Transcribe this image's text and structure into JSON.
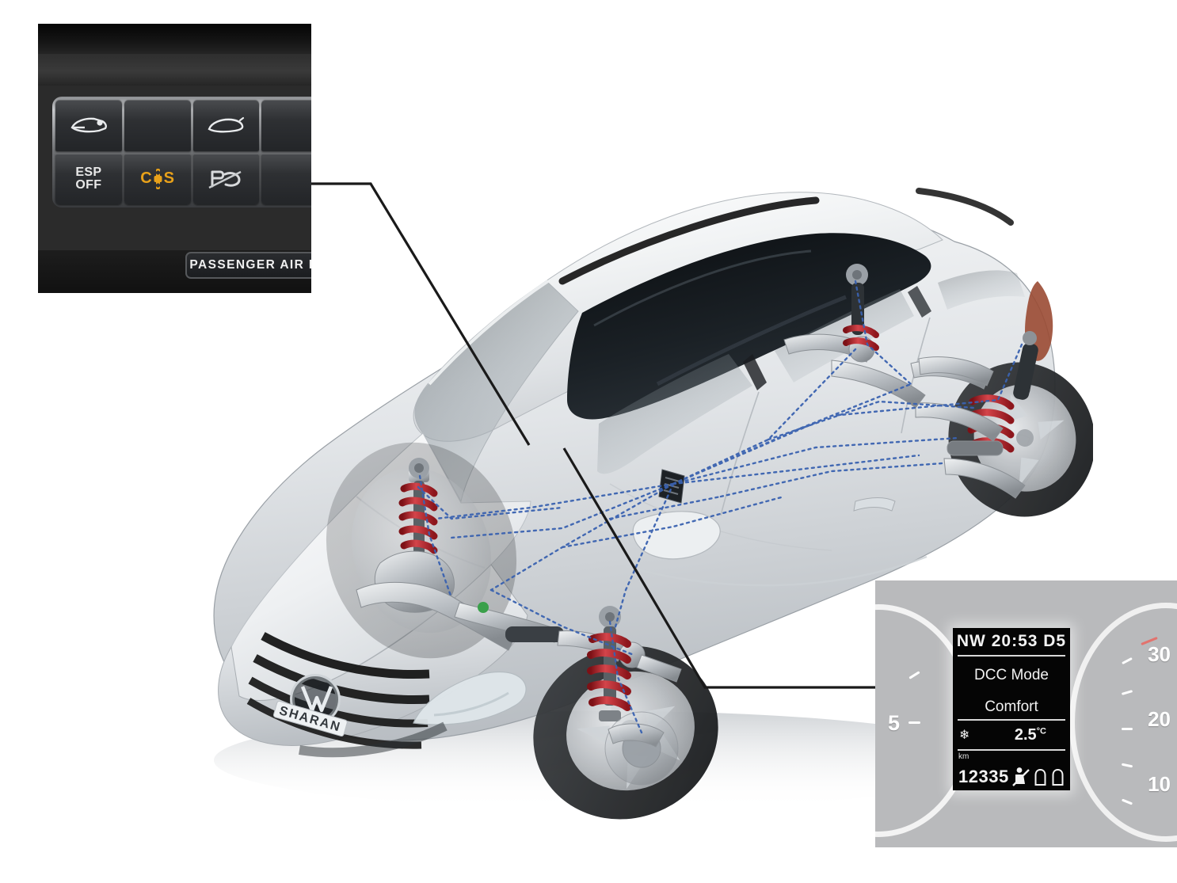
{
  "page": {
    "subject": "Volkswagen Sharan with DCC adaptive chassis control",
    "background_color": "#ffffff"
  },
  "console_inset": {
    "name": "center-console-switch-panel",
    "panel_color": "#2b2b2b",
    "buttons_row1": [
      {
        "id": "child-lock",
        "icon": "car-door-open-icon",
        "label": ""
      },
      {
        "id": "blank-1",
        "icon": "",
        "label": ""
      },
      {
        "id": "tailgate",
        "icon": "tailgate-open-icon",
        "label": ""
      },
      {
        "id": "blank-2",
        "icon": "",
        "label": ""
      }
    ],
    "buttons_row2": [
      {
        "id": "esp-off",
        "icon": "",
        "label": "ESP\nOFF",
        "label_line1": "ESP",
        "label_line2": "OFF"
      },
      {
        "id": "dcc",
        "icon": "dcc-damper-icon",
        "label": "C S",
        "left_letter": "C",
        "right_letter": "S",
        "icon_color": "#e8a11a"
      },
      {
        "id": "park-assist",
        "icon": "park-distance-control-icon",
        "label": ""
      },
      {
        "id": "blank-3",
        "icon": "",
        "label": ""
      }
    ],
    "airbag_label": "PASSENGER AIR BAG"
  },
  "cluster_inset": {
    "name": "instrument-cluster-display",
    "panel_color": "#b9babc",
    "mfd": {
      "header": "NW 20:53 D5",
      "title": "DCC Mode",
      "mode": "Comfort",
      "snowflake_icon": "snowflake-icon",
      "temperature": "2.5",
      "temperature_unit": "°C",
      "odometer_unit": "km",
      "odometer": "12335",
      "status_icons": [
        "seatbelt-unfastened-icon",
        "seatbelt-icon",
        "seatbelt-icon"
      ]
    },
    "tach": {
      "ticks": [
        "5"
      ],
      "redline_color": "#e3a2a2"
    },
    "speedo": {
      "ticks": [
        "30",
        "20",
        "10"
      ]
    }
  },
  "vehicle": {
    "name": "volkswagen-sharan-cutaway",
    "badge": "SHARAN",
    "body_color": "#e9ebed",
    "spring_color": "#b4282e",
    "sensor_network_color": "#3a62b0",
    "components": [
      "front-left-strut",
      "front-right-strut",
      "rear-left-damper",
      "rear-right-damper",
      "dcc-control-unit",
      "steering-rack",
      "front-subframe",
      "rear-axle"
    ]
  },
  "callouts": [
    {
      "id": "dcc-button-callout",
      "from": "dcc-button",
      "to": "dcc-control-unit"
    },
    {
      "id": "cluster-callout",
      "from": "mfd-display",
      "to": "dcc-control-unit"
    }
  ]
}
